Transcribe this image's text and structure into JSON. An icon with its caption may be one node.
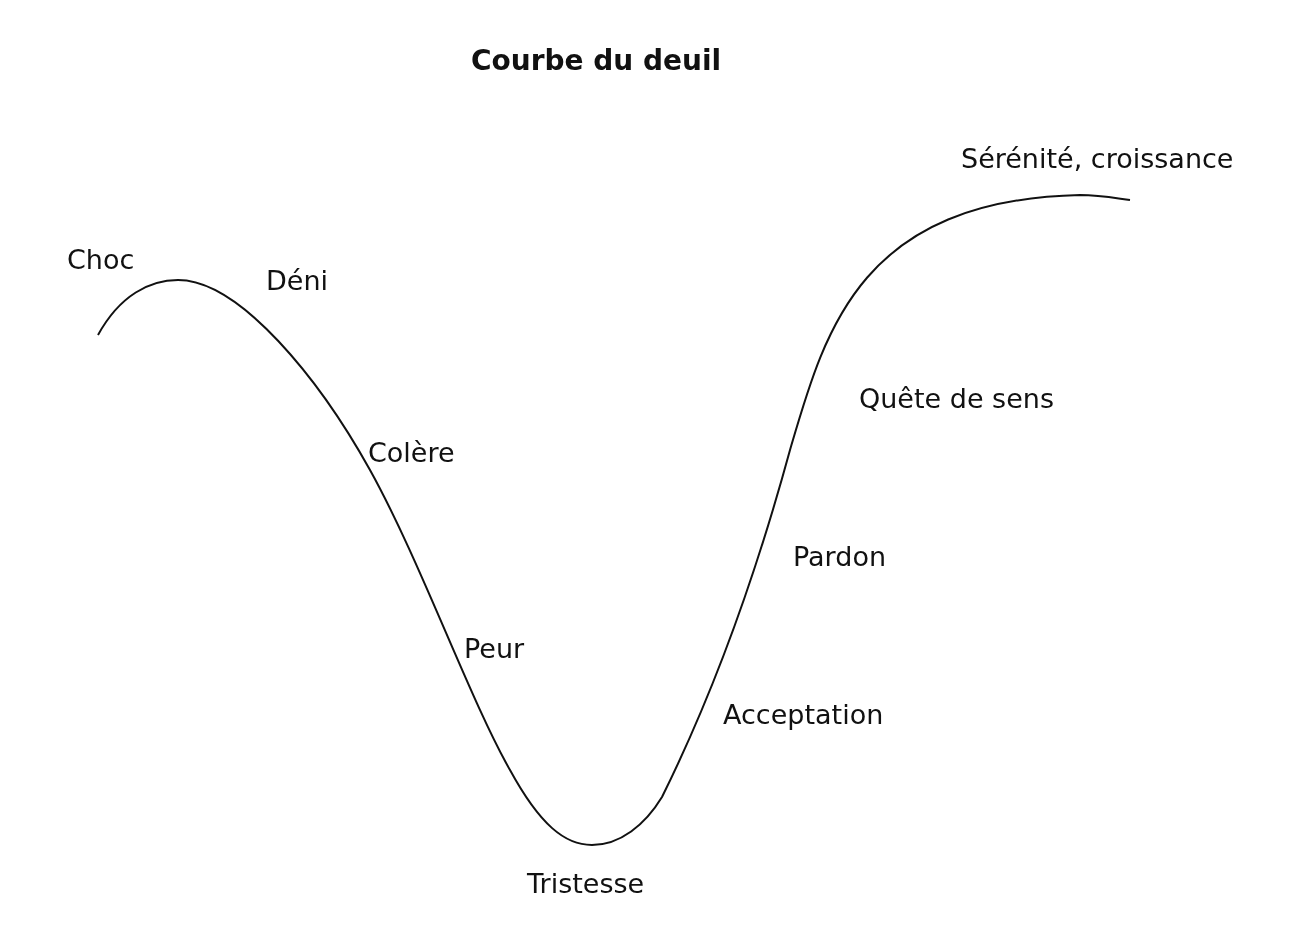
{
  "diagram": {
    "title": "Courbe du deuil",
    "labels": [
      "Choc",
      "Déni",
      "Colère",
      "Peur",
      "Tristesse",
      "Acceptation",
      "Pardon",
      "Quête de sens",
      "Sérénité, croissance"
    ]
  }
}
